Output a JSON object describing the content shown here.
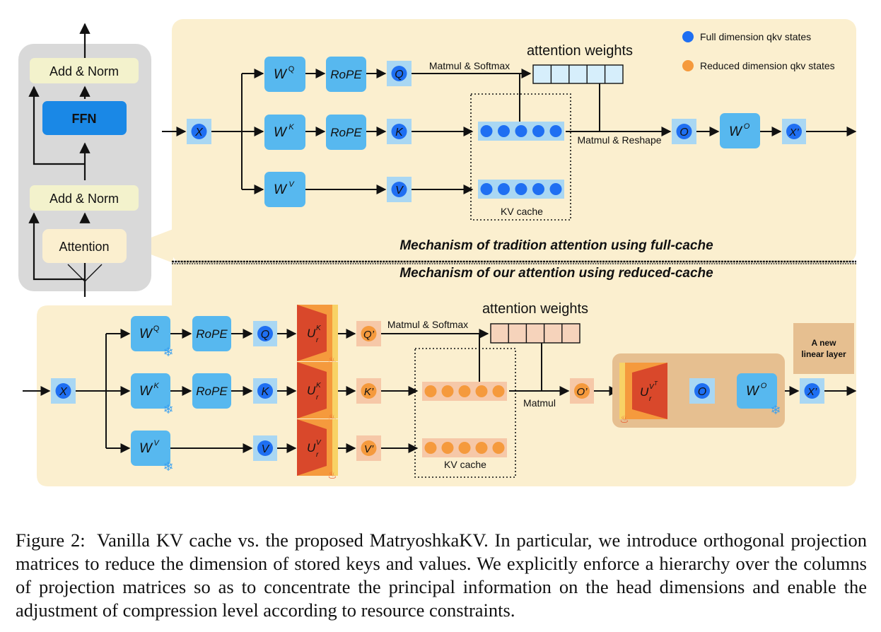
{
  "legend": {
    "full": "Full dimension qkv states",
    "reduced": "Reduced dimension qkv states"
  },
  "transformer_block": {
    "add_norm_top": "Add & Norm",
    "ffn": "FFN",
    "add_norm_bottom": "Add & Norm",
    "attention": "Attention"
  },
  "top": {
    "x": "X",
    "wq": "W",
    "wq_sup": "Q",
    "wk": "W",
    "wk_sup": "K",
    "wv": "W",
    "wv_sup": "V",
    "rope_q": "RoPE",
    "rope_k": "RoPE",
    "q": "Q",
    "k": "K",
    "v": "V",
    "matmul_softmax": "Matmul & Softmax",
    "attention_weights": "attention weights",
    "matmul_reshape": "Matmul & Reshape",
    "kv_cache": "KV cache",
    "o": "O",
    "wo": "W",
    "wo_sup": "O",
    "x_out": "X’",
    "title": "Mechanism of tradition attention using full-cache"
  },
  "bottom": {
    "title": "Mechanism of our attention using reduced-cache",
    "x": "X",
    "wq": "W",
    "wq_sup": "Q",
    "wk": "W",
    "wk_sup": "K",
    "wv": "W",
    "wv_sup": "V",
    "rope_q": "RoPE",
    "rope_k": "RoPE",
    "q": "Q",
    "k": "K",
    "v": "V",
    "u": "U",
    "u_sub": "r",
    "uq_sup": "K",
    "uk_sup": "K",
    "uv_sup": "V",
    "q_red": "Q’",
    "k_red": "K’",
    "v_red": "V’",
    "matmul_softmax": "Matmul & Softmax",
    "attention_weights": "attention weights",
    "matmul": "Matmul",
    "kv_cache": "KV cache",
    "o_red": "O’",
    "uo_sup": "V",
    "uo_sup_t": "T",
    "o": "O",
    "wo": "W",
    "wo_sup": "O",
    "x_out": "X’",
    "new_layer_line1": "A new",
    "new_layer_line2": "linear layer"
  },
  "caption": {
    "label": "Figure 2:",
    "text": "Vanilla KV cache vs. the proposed MatryoshkaKV. In particular, we introduce orthogonal projection matrices to reduce the dimension of stored keys and values. We explicitly enforce a hierarchy over the columns of projection matrices so as to concentrate the principal information on the head dimensions and enable the adjustment of compression level according to resource constraints."
  },
  "colors": {
    "panel_bg": "#fbefcf",
    "block_bg": "#d9d9d9",
    "add_norm": "#f3f2cc",
    "ffn": "#1a88e6",
    "weight_box": "#57b8ef",
    "token_bg": "#a9d7f3",
    "full_dot": "#1f6ff2",
    "reduced_dot": "#f59a3d",
    "reduced_bg": "#f6c8a8",
    "new_layer_bg": "#e6bf90",
    "u_red": "#d9482b",
    "u_orange": "#f59a3d",
    "u_yellow": "#f8d266"
  },
  "icons": {
    "snowflake": "frozen-snowflake-icon",
    "flame": "trainable-flame-icon"
  }
}
